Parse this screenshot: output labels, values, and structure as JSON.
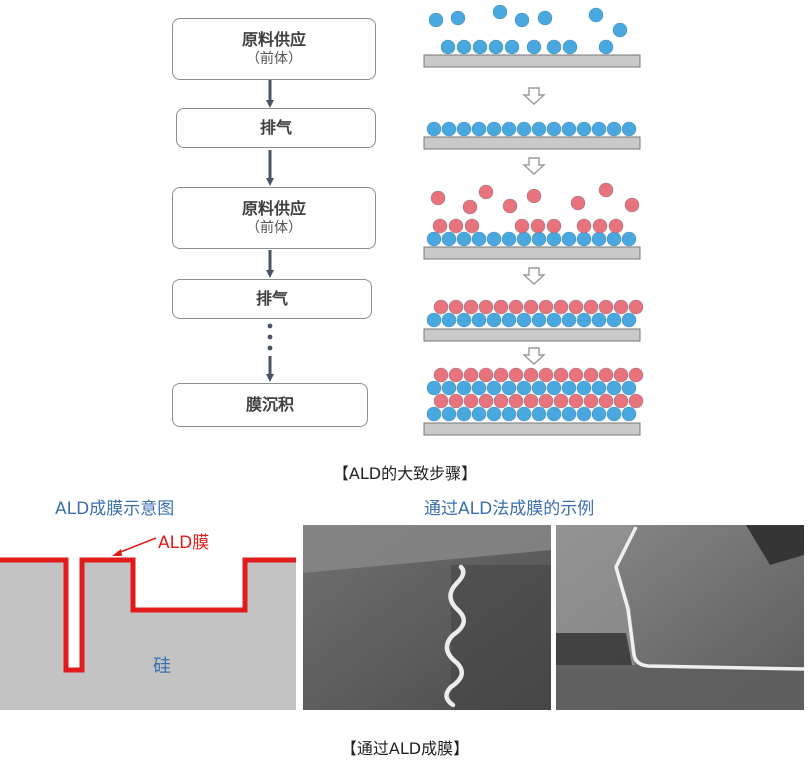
{
  "flow": {
    "steps": [
      {
        "main": "原料供应",
        "sub": "（前体）"
      },
      {
        "main": "排气",
        "sub": ""
      },
      {
        "main": "原料供应",
        "sub": "（前体）"
      },
      {
        "main": "排气",
        "sub": ""
      },
      {
        "main": "膜沉积",
        "sub": ""
      }
    ]
  },
  "colors": {
    "blue_atom": "#4aa8e0",
    "pink_atom": "#e9737d",
    "substrate": "#c9c9c9",
    "film": "#e01b1b",
    "silicon": "#c3c3c3",
    "title_blue": "#3a6fb0"
  },
  "captions": {
    "top": "【ALD的大致步骤】",
    "bottom": "【通过ALD成膜】"
  },
  "schematic": {
    "title": "ALD成膜示意图",
    "film_label": "ALD膜",
    "material_label": "硅"
  },
  "examples": {
    "title": "通过ALD法成膜的示例"
  }
}
